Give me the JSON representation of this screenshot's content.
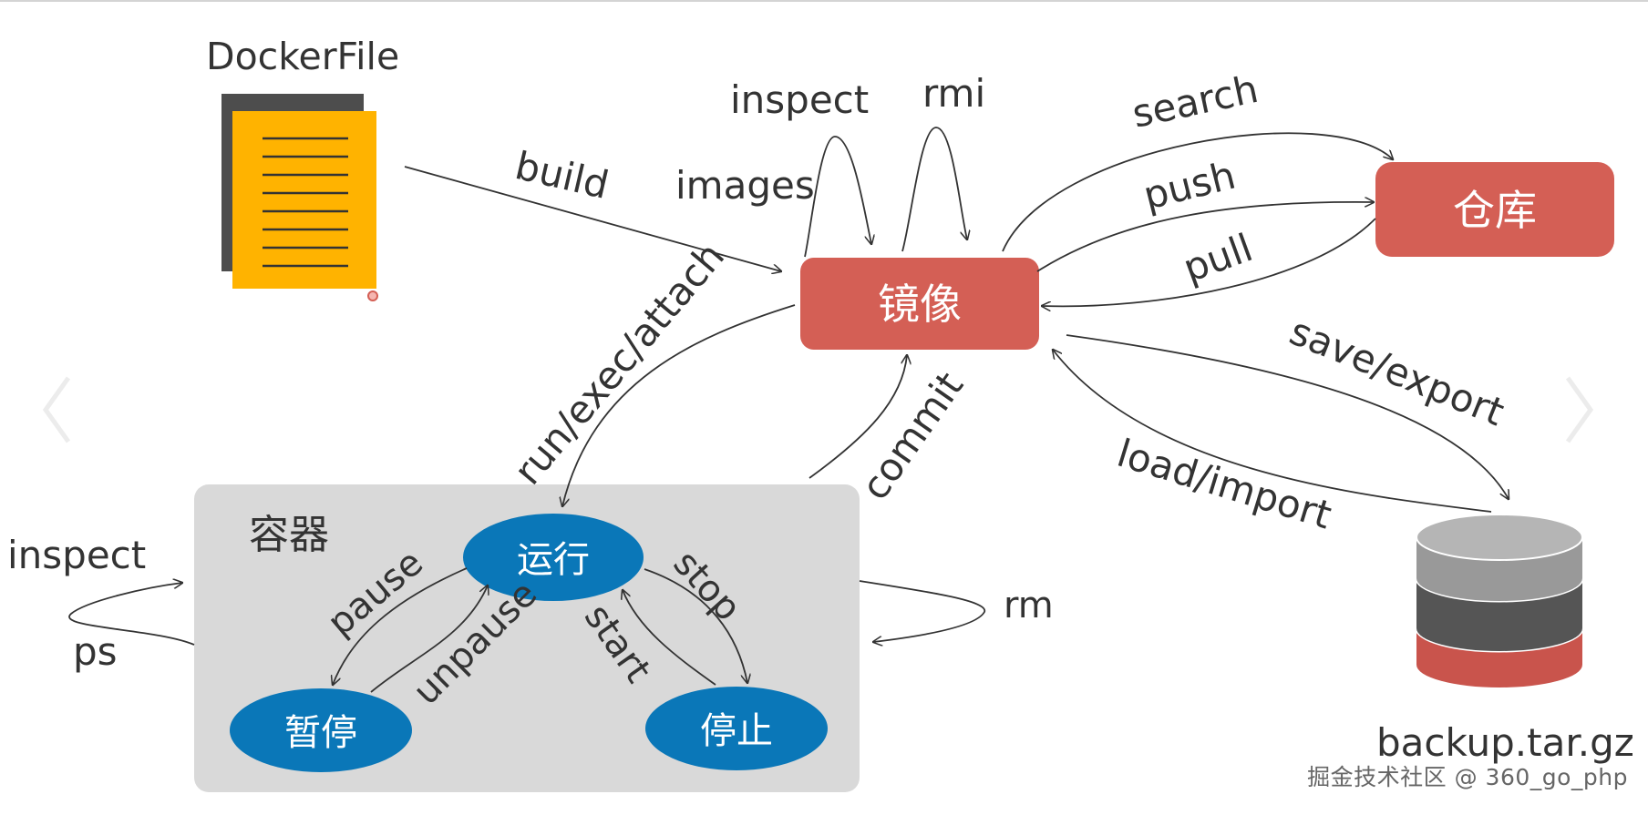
{
  "dockerfile": {
    "label": "DockerFile",
    "icon": "document-icon"
  },
  "nodes": {
    "image": "镜像",
    "registry": "仓库",
    "container": "容器",
    "running": "运行",
    "paused": "暂停",
    "stopped": "停止",
    "backup": "backup.tar.gz"
  },
  "edges": {
    "build": "build",
    "inspect_image": "inspect",
    "images": "images",
    "rmi": "rmi",
    "search": "search",
    "push": "push",
    "pull": "pull",
    "save_export": "save/export",
    "load_import": "load/import",
    "run_exec_attach": "run/exec/attach",
    "commit": "commit",
    "pause": "pause",
    "unpause": "unpause",
    "stop": "stop",
    "start": "start",
    "inspect_container": "inspect",
    "ps": "ps",
    "rm": "rm"
  },
  "watermark": "掘金技术社区 @ 360_go_php",
  "colors": {
    "node_red": "#d45f55",
    "node_blue": "#0a77b8",
    "container_bg": "#d9d9d9",
    "doc_orange": "#ffb300",
    "doc_shadow": "#4d4d4d",
    "db_top": "#a9a9a9",
    "db_mid": "#555555",
    "db_bottom": "#c9544c",
    "line": "#333333"
  }
}
